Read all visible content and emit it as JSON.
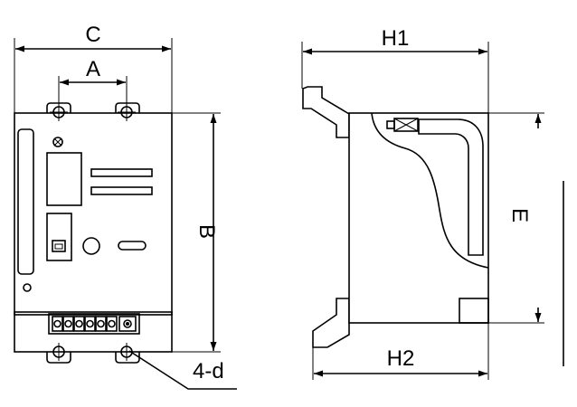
{
  "labels": {
    "C": "C",
    "A": "A",
    "B": "B",
    "H1": "H1",
    "H2": "H2",
    "E": "E",
    "hole_note": "4-d"
  },
  "colors": {
    "line": "#000000",
    "background": "#ffffff"
  }
}
